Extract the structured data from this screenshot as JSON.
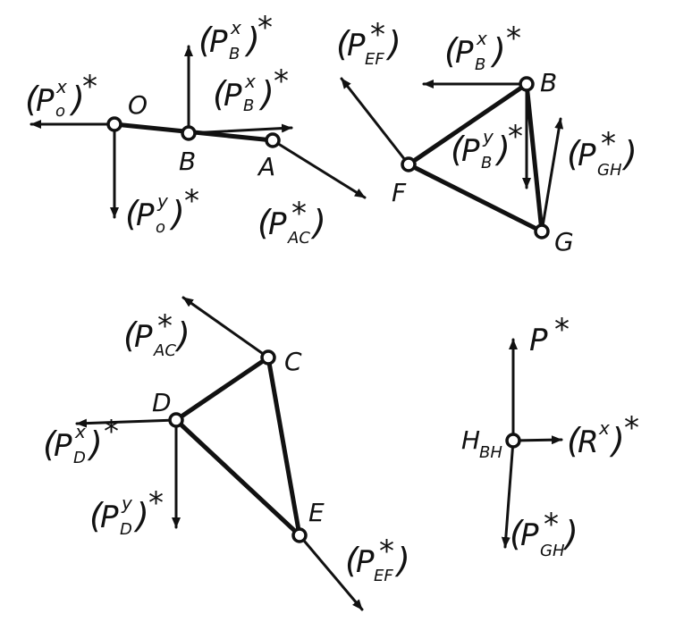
{
  "diagram": {
    "part1": {
      "point_O": "O",
      "point_B": "B",
      "point_A": "A",
      "label_Pox": {
        "name": "P",
        "sub": "o",
        "sup": "x",
        "star": "*"
      },
      "label_Pbx_up": {
        "name": "P",
        "sub": "B",
        "sup": "x",
        "star": "*"
      },
      "label_Pbx_right": {
        "name": "P",
        "sub": "B",
        "sup": "x",
        "star": "*"
      },
      "label_Poy": {
        "name": "P",
        "sub": "o",
        "sup": "y",
        "star": "*"
      },
      "label_Pac": {
        "name": "P",
        "sub": "AC",
        "sup": "*"
      }
    },
    "part2": {
      "point_B": "B",
      "point_F": "F",
      "point_G": "G",
      "label_Pef": {
        "name": "P",
        "sub": "EF",
        "sup": "*"
      },
      "label_Pbx": {
        "name": "P",
        "sub": "B",
        "sup": "x",
        "star": "*"
      },
      "label_Pby": {
        "name": "P",
        "sub": "B",
        "sup": "y",
        "star": "*"
      },
      "label_Pgh": {
        "name": "P",
        "sub": "GH",
        "sup": "*"
      }
    },
    "part3": {
      "point_C": "C",
      "point_D": "D",
      "point_E": "E",
      "label_Pac": {
        "name": "P",
        "sub": "AC",
        "sup": "*"
      },
      "label_Pdx": {
        "name": "P",
        "sub": "D",
        "sup": "x",
        "star": "*"
      },
      "label_Pdy": {
        "name": "P",
        "sub": "D",
        "sup": "y",
        "star": "*"
      },
      "label_Pef": {
        "name": "P",
        "sub": "EF",
        "sup": "*"
      }
    },
    "part4": {
      "label_P": {
        "name": "P",
        "sup": "*"
      },
      "label_H": {
        "name": "H",
        "sub": "BH"
      },
      "label_Rx": {
        "name": "R",
        "sup": "x",
        "star": "*"
      },
      "label_Pgh": {
        "name": "P",
        "sub": "GH",
        "sup": "*"
      }
    }
  }
}
